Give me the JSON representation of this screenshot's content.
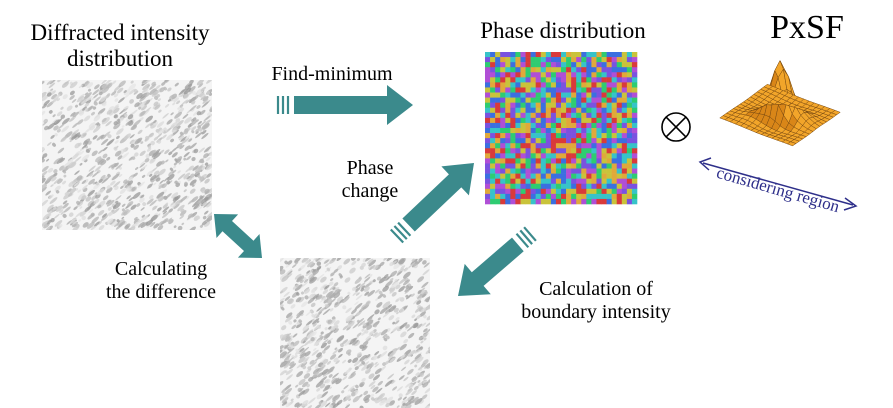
{
  "labels": {
    "diffracted_line1": "Diffracted intensity",
    "diffracted_line2": "distribution",
    "find_minimum": "Find-minimum",
    "phase_distribution": "Phase distribution",
    "pxsf": "PxSF",
    "phase_change_line1": "Phase",
    "phase_change_line2": "change",
    "calc_diff_line1": "Calculating",
    "calc_diff_line2": "the difference",
    "boundary_line1": "Calculation of",
    "boundary_line2": "boundary intensity",
    "considering_region": "considering region"
  },
  "symbols": {
    "convolution": "⊗"
  },
  "colors": {
    "arrow": "#3b8a8c",
    "surface": "#f2a52a",
    "surface_dark": "#d98618",
    "region_arrow": "#2e2f8a",
    "speckle_dark": "#9a9a9a",
    "phase_palette": [
      "#d93a3a",
      "#2ecc71",
      "#3b6fe0",
      "#b04fd6",
      "#37c3c9",
      "#e0a93a",
      "#7a52e0",
      "#c9c33b"
    ]
  }
}
